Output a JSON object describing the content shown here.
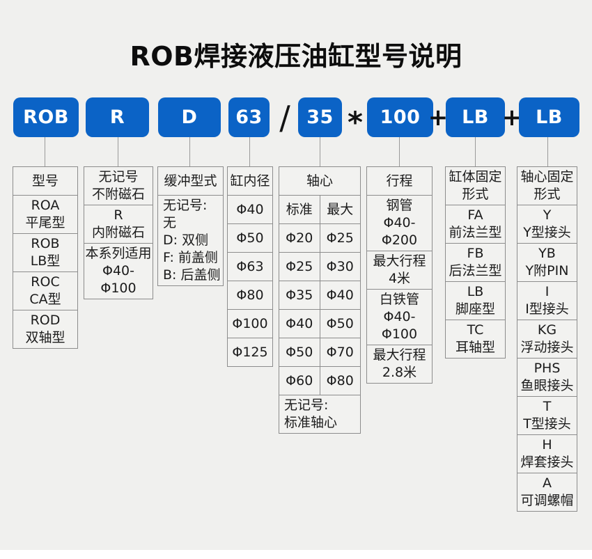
{
  "title": "ROB焊接液压油缸型号说明",
  "colors": {
    "badge_blue": "#0b63c6",
    "badge_text": "#ffffff",
    "background": "#f0f0ee",
    "cell_background": "#f2f2f0",
    "border_gray": "#8c8c8c",
    "text": "#1b1b1b"
  },
  "code_row": [
    {
      "kind": "badge",
      "label": "ROB"
    },
    {
      "kind": "badge",
      "label": "R"
    },
    {
      "kind": "badge",
      "label": "D"
    },
    {
      "kind": "badge",
      "label": "63"
    },
    {
      "kind": "separator",
      "label": "/"
    },
    {
      "kind": "badge",
      "label": "35"
    },
    {
      "kind": "separator",
      "label": "*"
    },
    {
      "kind": "badge",
      "label": "100"
    },
    {
      "kind": "separator",
      "label": "+"
    },
    {
      "kind": "badge",
      "label": "LB"
    },
    {
      "kind": "separator",
      "label": "+"
    },
    {
      "kind": "badge",
      "label": "LB"
    }
  ],
  "tables": [
    {
      "name": "model-series",
      "rows": [
        {
          "cells": [
            {
              "lines": [
                "型号"
              ]
            }
          ]
        },
        {
          "cells": [
            {
              "lines": [
                "ROA",
                "平尾型"
              ]
            }
          ]
        },
        {
          "cells": [
            {
              "lines": [
                "ROB",
                "LB型"
              ]
            }
          ]
        },
        {
          "cells": [
            {
              "lines": [
                "ROC",
                "CA型"
              ]
            }
          ]
        },
        {
          "cells": [
            {
              "lines": [
                "ROD",
                "双轴型"
              ]
            }
          ]
        }
      ]
    },
    {
      "name": "magnet",
      "rows": [
        {
          "cells": [
            {
              "lines": [
                "无记号",
                "不附磁石"
              ]
            }
          ]
        },
        {
          "cells": [
            {
              "lines": [
                "R",
                "内附磁石"
              ]
            }
          ]
        },
        {
          "cells": [
            {
              "lines": [
                "本系列适用",
                "Φ40-Φ100"
              ]
            }
          ]
        }
      ]
    },
    {
      "name": "cushion-type",
      "rows": [
        {
          "cells": [
            {
              "lines": [
                "缓冲型式"
              ]
            }
          ]
        },
        {
          "cells": [
            {
              "lines": [
                "无记号: 无",
                "D: 双侧",
                "F: 前盖侧",
                "B: 后盖侧"
              ],
              "align": "left"
            }
          ]
        }
      ]
    },
    {
      "name": "bore-diameter",
      "rows": [
        {
          "cells": [
            {
              "lines": [
                "缸内径"
              ]
            }
          ]
        },
        {
          "cells": [
            {
              "lines": [
                "Φ40"
              ]
            }
          ]
        },
        {
          "cells": [
            {
              "lines": [
                "Φ50"
              ]
            }
          ]
        },
        {
          "cells": [
            {
              "lines": [
                "Φ63"
              ]
            }
          ]
        },
        {
          "cells": [
            {
              "lines": [
                "Φ80"
              ]
            }
          ]
        },
        {
          "cells": [
            {
              "lines": [
                "Φ100"
              ]
            }
          ]
        },
        {
          "cells": [
            {
              "lines": [
                "Φ125"
              ]
            }
          ]
        }
      ]
    },
    {
      "name": "rod-diameter",
      "rows": [
        {
          "cells": [
            {
              "lines": [
                "轴心"
              ],
              "span": 2
            }
          ]
        },
        {
          "cells": [
            {
              "lines": [
                "标准"
              ]
            },
            {
              "lines": [
                "最大"
              ]
            }
          ]
        },
        {
          "cells": [
            {
              "lines": [
                "Φ20"
              ]
            },
            {
              "lines": [
                "Φ25"
              ]
            }
          ]
        },
        {
          "cells": [
            {
              "lines": [
                "Φ25"
              ]
            },
            {
              "lines": [
                "Φ30"
              ]
            }
          ]
        },
        {
          "cells": [
            {
              "lines": [
                "Φ35"
              ]
            },
            {
              "lines": [
                "Φ40"
              ]
            }
          ]
        },
        {
          "cells": [
            {
              "lines": [
                "Φ40"
              ]
            },
            {
              "lines": [
                "Φ50"
              ]
            }
          ]
        },
        {
          "cells": [
            {
              "lines": [
                "Φ50"
              ]
            },
            {
              "lines": [
                "Φ70"
              ]
            }
          ]
        },
        {
          "cells": [
            {
              "lines": [
                "Φ60"
              ]
            },
            {
              "lines": [
                "Φ80"
              ]
            }
          ]
        },
        {
          "cells": [
            {
              "lines": [
                "无记号:",
                "标准轴心"
              ],
              "span": 2,
              "align": "left"
            }
          ]
        }
      ]
    },
    {
      "name": "stroke",
      "rows": [
        {
          "cells": [
            {
              "lines": [
                "行程"
              ]
            }
          ]
        },
        {
          "cells": [
            {
              "lines": [
                "钢管",
                "Φ40-Φ200"
              ]
            }
          ]
        },
        {
          "cells": [
            {
              "lines": [
                "最大行程",
                "4米"
              ]
            }
          ]
        },
        {
          "cells": [
            {
              "lines": [
                "白铁管",
                "Φ40-Φ100"
              ]
            }
          ]
        },
        {
          "cells": [
            {
              "lines": [
                "最大行程",
                "2.8米"
              ]
            }
          ]
        }
      ]
    },
    {
      "name": "body-mount",
      "rows": [
        {
          "cells": [
            {
              "lines": [
                "缸体固定",
                "形式"
              ]
            }
          ]
        },
        {
          "cells": [
            {
              "lines": [
                "FA",
                "前法兰型"
              ]
            }
          ]
        },
        {
          "cells": [
            {
              "lines": [
                "FB",
                "后法兰型"
              ]
            }
          ]
        },
        {
          "cells": [
            {
              "lines": [
                "LB",
                "脚座型"
              ]
            }
          ]
        },
        {
          "cells": [
            {
              "lines": [
                "TC",
                "耳轴型"
              ]
            }
          ]
        }
      ]
    },
    {
      "name": "rod-mount",
      "rows": [
        {
          "cells": [
            {
              "lines": [
                "轴心固定",
                "形式"
              ]
            }
          ]
        },
        {
          "cells": [
            {
              "lines": [
                "Y",
                "Y型接头"
              ]
            }
          ]
        },
        {
          "cells": [
            {
              "lines": [
                "YB",
                "Y附PIN"
              ]
            }
          ]
        },
        {
          "cells": [
            {
              "lines": [
                "I",
                "I型接头"
              ]
            }
          ]
        },
        {
          "cells": [
            {
              "lines": [
                "KG",
                "浮动接头"
              ]
            }
          ]
        },
        {
          "cells": [
            {
              "lines": [
                "PHS",
                "鱼眼接头"
              ]
            }
          ]
        },
        {
          "cells": [
            {
              "lines": [
                "T",
                "T型接头"
              ]
            }
          ]
        },
        {
          "cells": [
            {
              "lines": [
                "H",
                "焊套接头"
              ]
            }
          ]
        },
        {
          "cells": [
            {
              "lines": [
                "A",
                "可调螺帽"
              ]
            }
          ]
        }
      ]
    }
  ]
}
